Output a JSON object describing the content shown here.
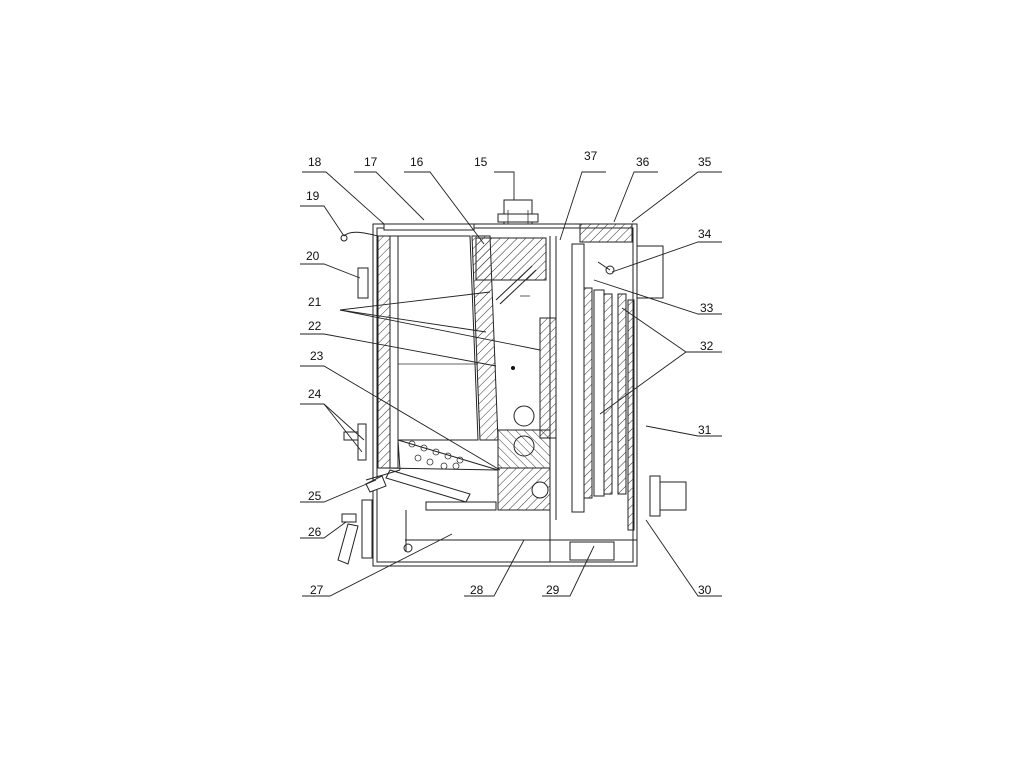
{
  "callouts": [
    {
      "id": "15",
      "text": "15"
    },
    {
      "id": "16",
      "text": "16"
    },
    {
      "id": "17",
      "text": "17"
    },
    {
      "id": "18",
      "text": "18"
    },
    {
      "id": "19",
      "text": "19"
    },
    {
      "id": "20",
      "text": "20"
    },
    {
      "id": "21",
      "text": "21"
    },
    {
      "id": "22",
      "text": "22"
    },
    {
      "id": "23",
      "text": "23"
    },
    {
      "id": "24",
      "text": "24"
    },
    {
      "id": "25",
      "text": "25"
    },
    {
      "id": "26",
      "text": "26"
    },
    {
      "id": "27",
      "text": "27"
    },
    {
      "id": "28",
      "text": "28"
    },
    {
      "id": "29",
      "text": "29"
    },
    {
      "id": "30",
      "text": "30"
    },
    {
      "id": "31",
      "text": "31"
    },
    {
      "id": "32",
      "text": "32"
    },
    {
      "id": "33",
      "text": "33"
    },
    {
      "id": "34",
      "text": "34"
    },
    {
      "id": "35",
      "text": "35"
    },
    {
      "id": "36",
      "text": "36"
    },
    {
      "id": "37",
      "text": "37"
    }
  ]
}
